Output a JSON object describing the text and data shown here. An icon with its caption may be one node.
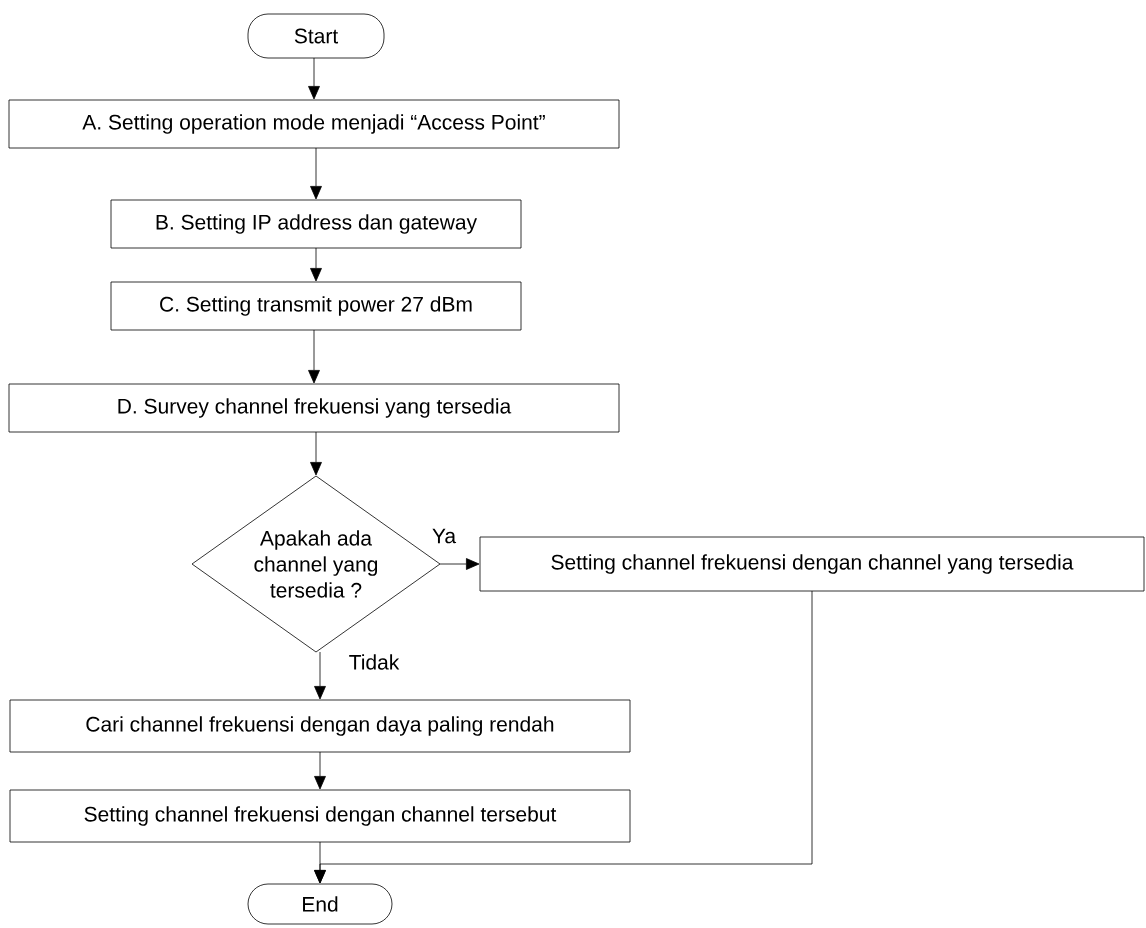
{
  "diagram": {
    "nodes": [
      {
        "text": [
          "Start"
        ]
      },
      {
        "text": [
          "A. Setting operation mode menjadi “Access Point”"
        ]
      },
      {
        "text": [
          "B. Setting IP address dan gateway"
        ]
      },
      {
        "text": [
          "C. Setting transmit power 27 dBm"
        ]
      },
      {
        "text": [
          "D. Survey channel frekuensi yang tersedia"
        ]
      },
      {
        "text": [
          "Apakah ada channel yang tersedia ?"
        ]
      },
      {
        "text": [
          "Setting channel frekuensi dengan channel yang tersedia"
        ]
      },
      {
        "text": [
          "Cari channel frekuensi dengan daya paling rendah"
        ]
      },
      {
        "text": [
          "Setting channel frekuensi dengan channel tersebut"
        ]
      },
      {
        "text": [
          "End"
        ]
      }
    ],
    "edges": [
      {
        "from": 0,
        "to": 1,
        "arrow": "to"
      },
      {
        "from": 1,
        "to": 2,
        "arrow": "to"
      },
      {
        "from": 2,
        "to": 3,
        "arrow": "to"
      },
      {
        "from": 3,
        "to": 4,
        "arrow": "to"
      },
      {
        "from": 4,
        "to": 5,
        "arrow": "to"
      },
      {
        "from": 5,
        "to": 6,
        "arrow": "to",
        "label": "Ya"
      },
      {
        "from": 5,
        "to": 7,
        "arrow": "to",
        "label": "Tidak"
      },
      {
        "from": 7,
        "to": 8,
        "arrow": "to"
      },
      {
        "from": 8,
        "to": 9,
        "arrow": "to"
      },
      {
        "from": 6,
        "to": 9,
        "arrow": "to"
      }
    ]
  }
}
